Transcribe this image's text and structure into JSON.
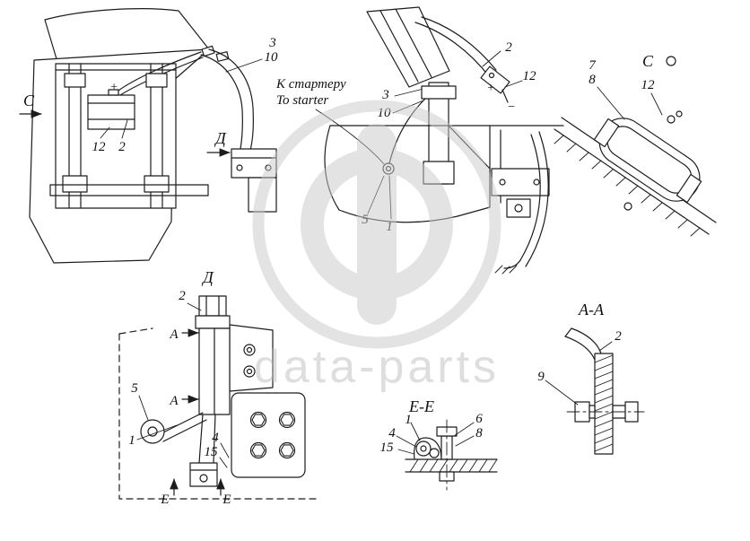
{
  "watermark": {
    "text": "data-parts"
  },
  "views": {
    "top_left": {
      "view_label": "С",
      "direction_label": "Д",
      "plus": "+",
      "callout_3": "3",
      "callout_10": "10",
      "callout_12": "12",
      "callout_2": "2"
    },
    "top_middle": {
      "note_line1": "К стартеру",
      "note_line2": "To starter",
      "callout_2": "2",
      "callout_12": "12",
      "callout_3": "3",
      "callout_10": "10",
      "plus": "+",
      "minus": "−",
      "callout_5": "5",
      "callout_1": "1"
    },
    "top_right": {
      "view_label": "С",
      "callout_7": "7",
      "callout_8": "8",
      "callout_12": "12"
    },
    "bottom_left": {
      "view_label": "Д",
      "callout_2": "2",
      "section_label_a": "А",
      "callout_5": "5",
      "callout_1": "1",
      "callout_4": "4",
      "callout_15": "15",
      "section_label_e": "Е"
    },
    "bottom_middle": {
      "view_label": "Е-Е",
      "callout_1": "1",
      "callout_4": "4",
      "callout_15": "15",
      "callout_6": "6",
      "callout_8": "8"
    },
    "bottom_right": {
      "view_label": "А-А",
      "callout_2": "2",
      "callout_9": "9"
    }
  }
}
